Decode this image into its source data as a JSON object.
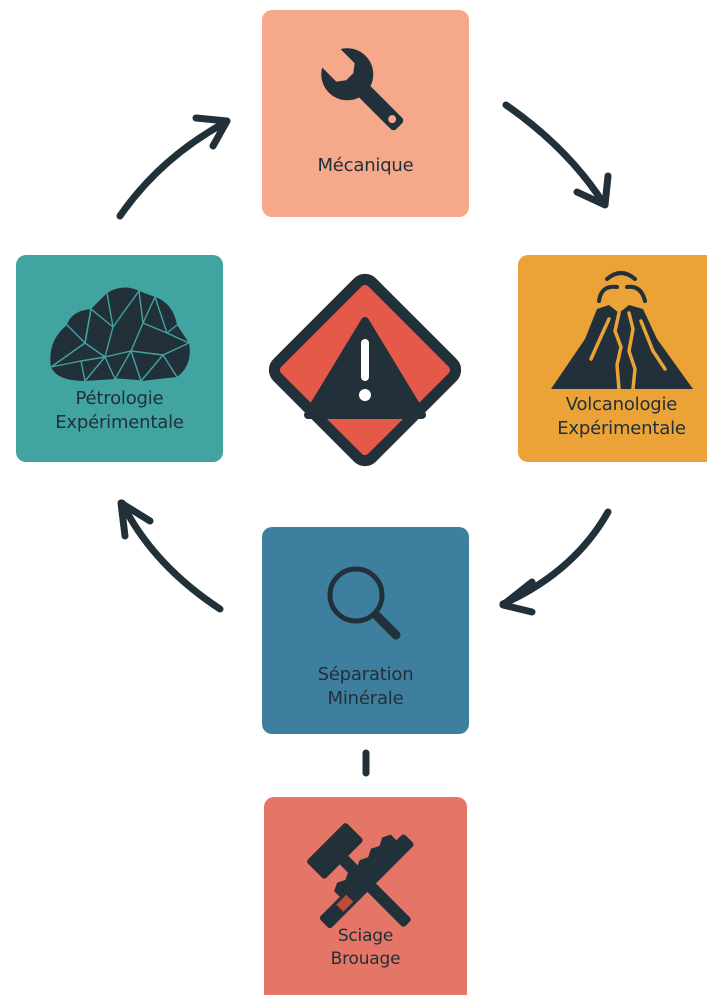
{
  "nodes": {
    "mecanique": {
      "label": "Mécanique",
      "icon": "wrench-icon",
      "color": "#f5a88a"
    },
    "petrologie": {
      "line1": "Pétrologie",
      "line2": "Expérimentale",
      "icon": "rock-icon",
      "color": "#41a4a0"
    },
    "volcanologie": {
      "line1": "Volcanologie",
      "line2": "Expérimentale",
      "icon": "volcano-icon",
      "color": "#eba236"
    },
    "separation": {
      "line1": "Séparation",
      "line2": "Minérale",
      "icon": "magnifier-icon",
      "color": "#3e7fa0"
    },
    "sciage": {
      "line1": "Sciage",
      "line2": "Brouage",
      "icon": "hammer-saw-icon",
      "color": "#e57566"
    }
  },
  "center": {
    "icon": "warning-icon",
    "color": "#e5594b"
  },
  "colors": {
    "ink": "#213039",
    "arrow": "#213039"
  }
}
